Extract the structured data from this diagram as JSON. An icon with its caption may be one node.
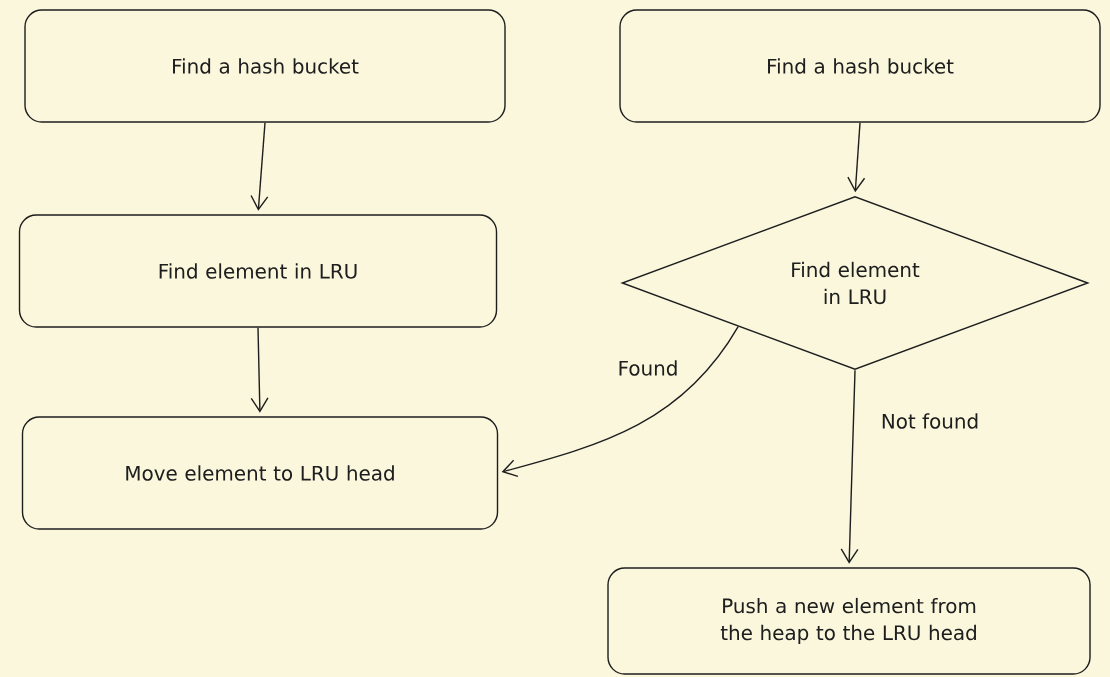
{
  "diagram": {
    "nodes": [
      {
        "text": [
          "Find a hash bucket"
        ]
      },
      {
        "text": [
          "Find element in LRU"
        ]
      },
      {
        "text": [
          "Move element to LRU head"
        ]
      },
      {
        "text": [
          "Find a hash bucket"
        ]
      },
      {
        "text": [
          "Find element in LRU"
        ]
      },
      {
        "text": [
          "Push a new element from the heap to the LRU head"
        ]
      }
    ],
    "edges": [
      {
        "from": 0,
        "to": 1,
        "arrow": "to"
      },
      {
        "from": 1,
        "to": 2,
        "arrow": "to"
      },
      {
        "from": 3,
        "to": 4,
        "arrow": "to"
      },
      {
        "from": 4,
        "to": 2,
        "arrow": "to",
        "label": "Found"
      },
      {
        "from": 4,
        "to": 5,
        "arrow": "to",
        "label": "Not found"
      }
    ]
  }
}
